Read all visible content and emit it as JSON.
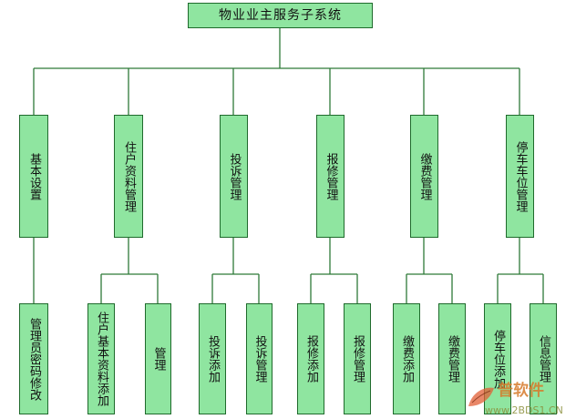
{
  "diagram": {
    "root": "物业业主服务子系统",
    "modules": [
      {
        "label": "基本设置",
        "children": [
          "管理员密码修改"
        ]
      },
      {
        "label": "住户资料管理",
        "children": [
          "住户基本资料添加",
          "管理"
        ]
      },
      {
        "label": "投诉管理",
        "children": [
          "投诉添加",
          "投诉管理"
        ]
      },
      {
        "label": "报修管理",
        "children": [
          "报修添加",
          "报修管理"
        ]
      },
      {
        "label": "缴费管理",
        "children": [
          "缴费添加",
          "缴费管理"
        ]
      },
      {
        "label": "停车车位管理",
        "children": [
          "停车位添加",
          "信息管理"
        ]
      }
    ]
  },
  "watermark": {
    "line1": "普软件",
    "line2": "www.2BDS1.CN"
  },
  "colors": {
    "box_fill": "#8fe5a0",
    "box_border": "#1f6a2c",
    "line": "#2e7a38"
  }
}
